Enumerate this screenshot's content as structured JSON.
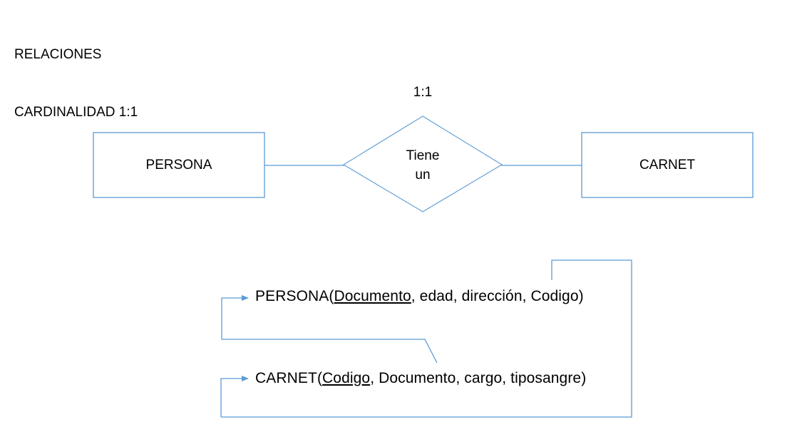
{
  "title": {
    "line1": "RELACIONES",
    "line2": "CARDINALIDAD 1:1"
  },
  "colors": {
    "line": "#5B9BD5",
    "text": "#000000",
    "background": "#ffffff"
  },
  "er_diagram": {
    "entities": [
      {
        "name": "PERSONA"
      },
      {
        "name": "CARNET"
      }
    ],
    "relationship": {
      "label_line1": "Tiene",
      "label_line2": "un",
      "cardinality": "1:1"
    }
  },
  "schemas": [
    {
      "entity": "PERSONA",
      "open_paren": "(",
      "primary_key": "Documento",
      "rest": ", edad, dirección, Codigo)"
    },
    {
      "entity": "CARNET",
      "open_paren": "(",
      "primary_key": "Codigo",
      "rest": ", Documento, cargo, tiposangre)"
    }
  ]
}
